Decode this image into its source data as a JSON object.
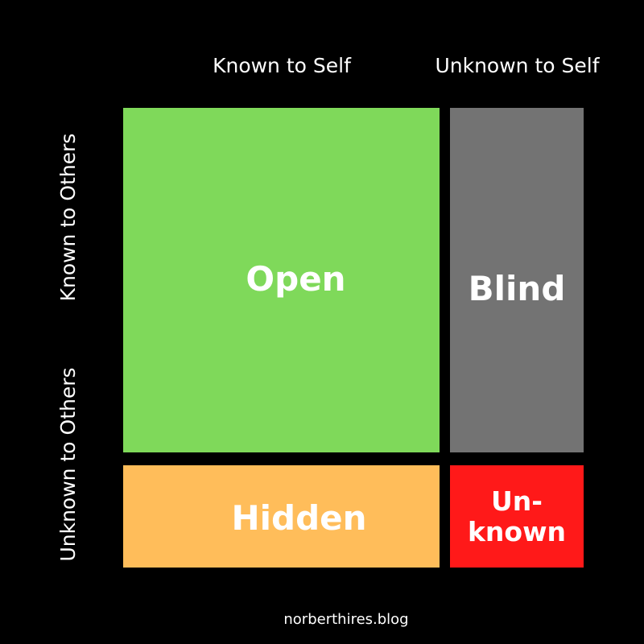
{
  "colors": {
    "background": "#000000",
    "open": "#7fd95a",
    "blind": "#737373",
    "hidden": "#ffbd5a",
    "unknown": "#ff1919",
    "text": "#ffffff"
  },
  "column_headers": {
    "known": "Known to Self",
    "unknown": "Unknown to Self"
  },
  "row_headers": {
    "known": "Known to Others",
    "unknown": "Unknown to Others"
  },
  "quadrants": {
    "open": "Open",
    "blind": "Blind",
    "hidden": "Hidden",
    "unknown": "Un-\nknown"
  },
  "footer": "norberthires.blog"
}
